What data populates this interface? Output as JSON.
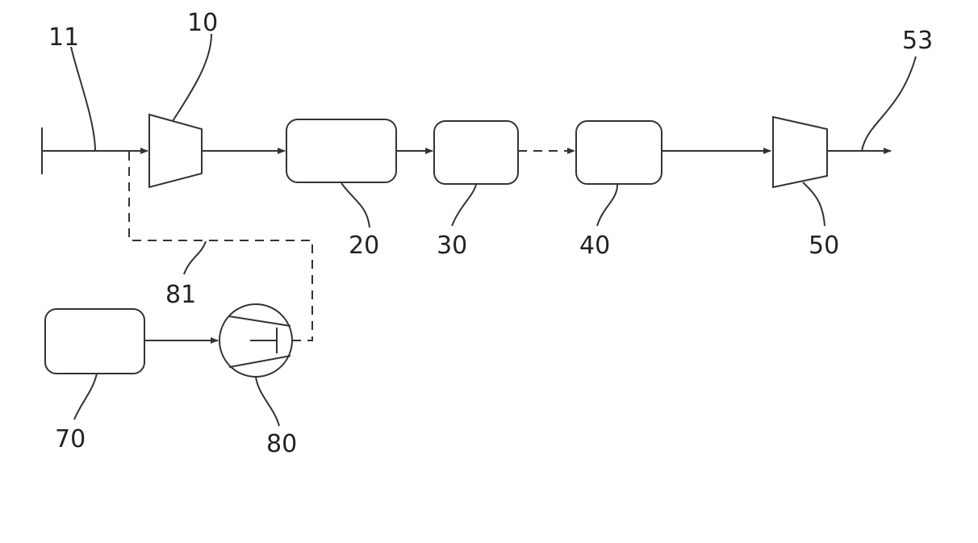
{
  "labels": {
    "l10": "10",
    "l11": "11",
    "l20": "20",
    "l30": "30",
    "l40": "40",
    "l50": "50",
    "l53": "53",
    "l70": "70",
    "l80": "80",
    "l81": "81"
  },
  "colors": {
    "stroke": "#333333",
    "text": "#222222",
    "background": "#ffffff"
  }
}
